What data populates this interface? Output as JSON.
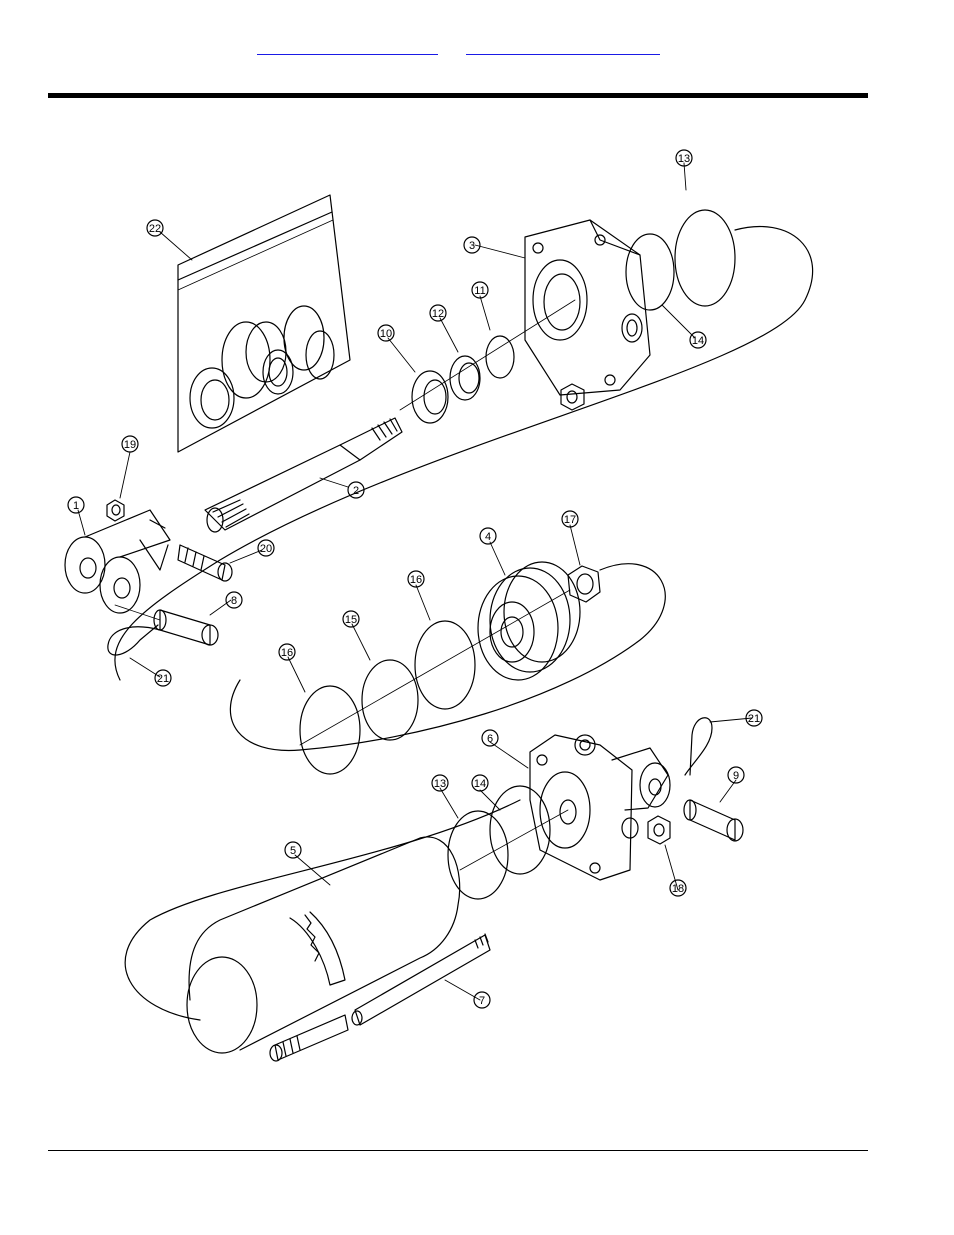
{
  "header": {
    "links": [
      "",
      ""
    ]
  },
  "diagram": {
    "callouts": [
      "1",
      "2",
      "3",
      "4",
      "5",
      "6",
      "7",
      "8",
      "9",
      "10",
      "11",
      "12",
      "13",
      "14",
      "15",
      "16",
      "17",
      "18",
      "19",
      "20",
      "21",
      "22"
    ]
  }
}
